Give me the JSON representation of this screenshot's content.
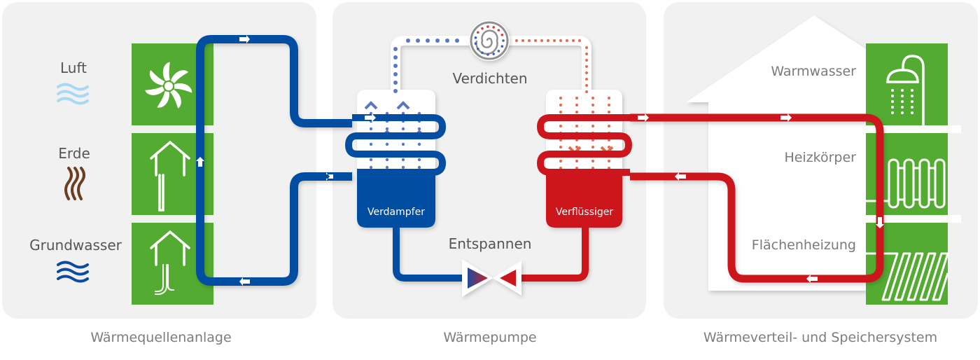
{
  "colors": {
    "panel_bg": "#f1f1f1",
    "green": "#53ab32",
    "blue_pipe": "#034ea2",
    "red_pipe": "#cc151d",
    "blue_dot": "#5877c4",
    "red_dot": "#e56a4e",
    "air_wave": "#a9d8f5",
    "earth_wave": "#6b3e22",
    "water_wave": "#0a4aa0"
  },
  "panels": {
    "source": {
      "caption": "Wärmequellenanlage",
      "sources": [
        {
          "label": "Luft",
          "icon": "air-waves-icon",
          "tile_icon": "fan-icon"
        },
        {
          "label": "Erde",
          "icon": "earth-waves-icon",
          "tile_icon": "house-ground-probe-icon"
        },
        {
          "label": "Grundwasser",
          "icon": "groundwater-waves-icon",
          "tile_icon": "house-well-icon"
        }
      ]
    },
    "pump": {
      "caption": "Wärmepumpe",
      "compress_label": "Verdichten",
      "expand_label": "Entspannen",
      "evaporator_label": "Verdampfer",
      "condenser_label": "Verflüssiger"
    },
    "distribution": {
      "caption": "Wärmeverteil- und Speichersystem",
      "consumers": [
        {
          "label": "Warmwasser",
          "tile_icon": "shower-icon"
        },
        {
          "label": "Heizkörper",
          "tile_icon": "radiator-icon"
        },
        {
          "label": "Flächenheizung",
          "tile_icon": "floor-heating-icon"
        }
      ]
    }
  }
}
